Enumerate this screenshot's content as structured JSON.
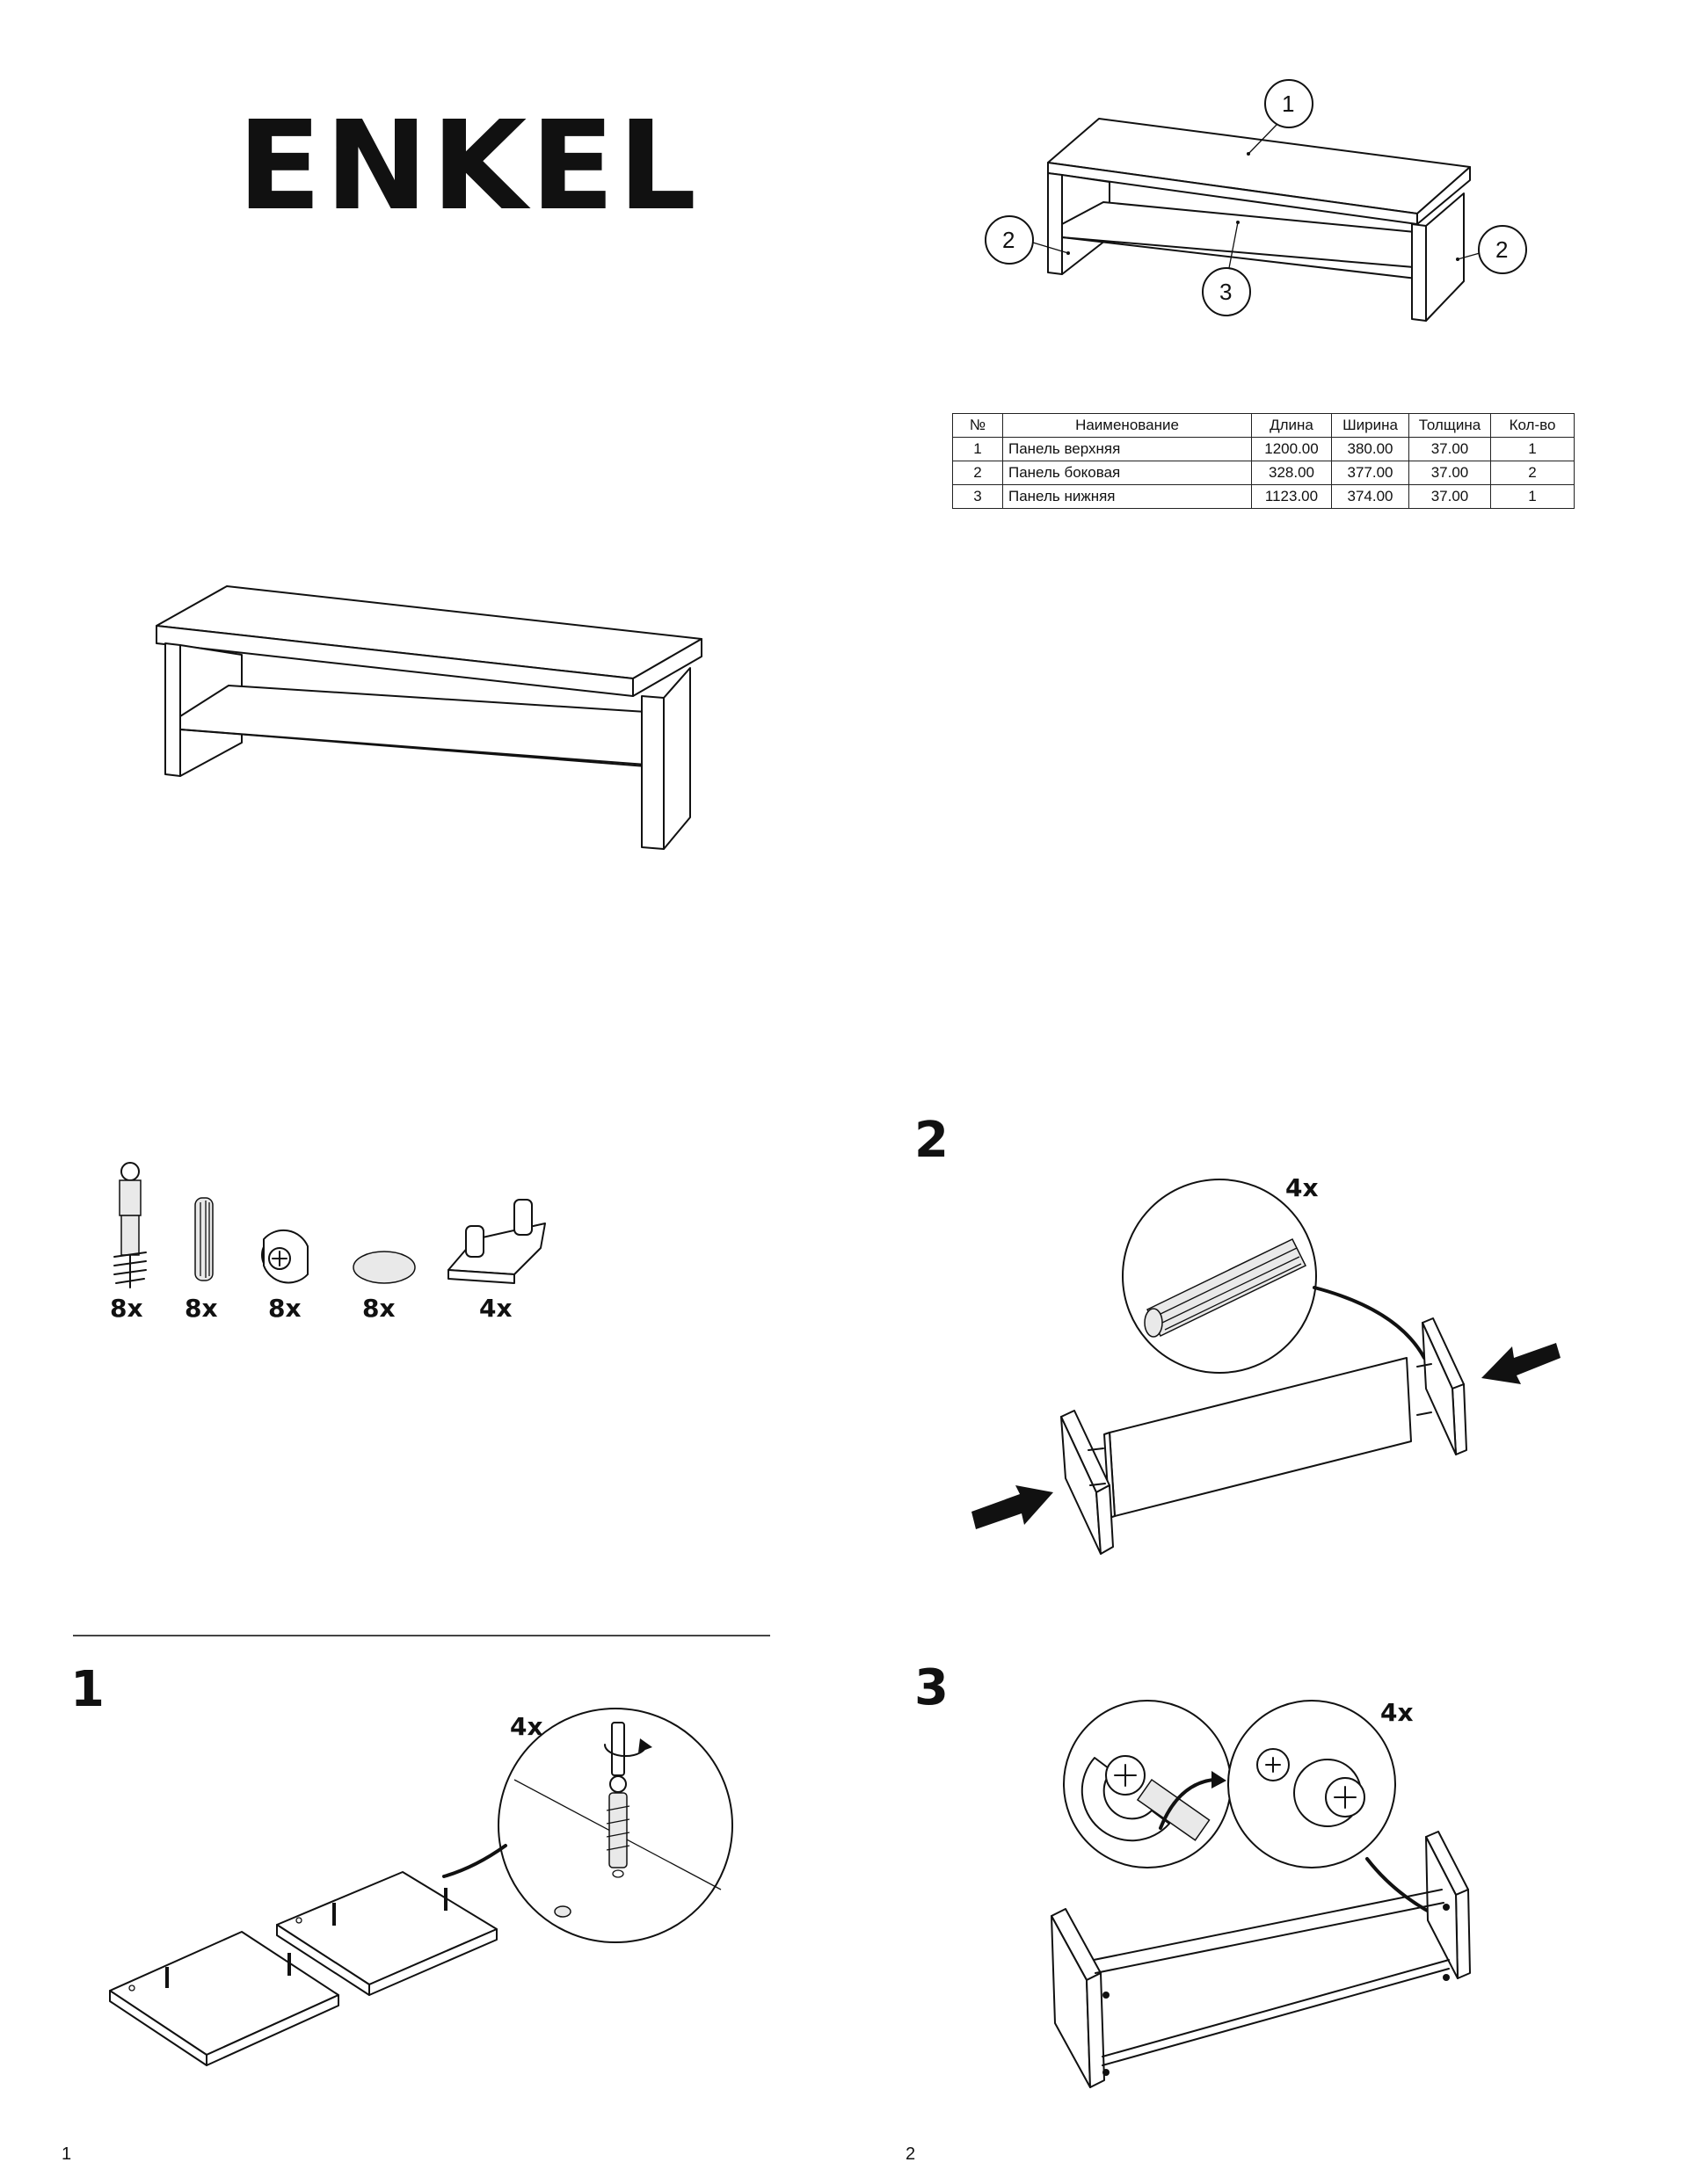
{
  "brand": "ENKEL",
  "parts_diagram": {
    "labels": [
      "1",
      "2",
      "2",
      "3"
    ]
  },
  "parts_table": {
    "headers": [
      "№",
      "Наименование",
      "Длина",
      "Ширина",
      "Толщина",
      "Кол-во"
    ],
    "rows": [
      [
        "1",
        "Панель верхняя",
        "1200.00",
        "380.00",
        "37.00",
        "1"
      ],
      [
        "2",
        "Панель боковая",
        "328.00",
        "377.00",
        "37.00",
        "2"
      ],
      [
        "3",
        "Панель нижняя",
        "1123.00",
        "374.00",
        "37.00",
        "1"
      ]
    ]
  },
  "hardware": [
    {
      "name": "confirmat-screw-icon",
      "qty": "8x"
    },
    {
      "name": "wooden-dowel-icon",
      "qty": "8x"
    },
    {
      "name": "cam-lock-icon",
      "qty": "8x"
    },
    {
      "name": "cap-disc-icon",
      "qty": "8x"
    },
    {
      "name": "bracket-icon",
      "qty": "4x"
    }
  ],
  "steps": [
    {
      "number": "1",
      "callout": "4x"
    },
    {
      "number": "2",
      "callout": "4x"
    },
    {
      "number": "3",
      "callout": "4x"
    }
  ],
  "pages": [
    "1",
    "2"
  ]
}
